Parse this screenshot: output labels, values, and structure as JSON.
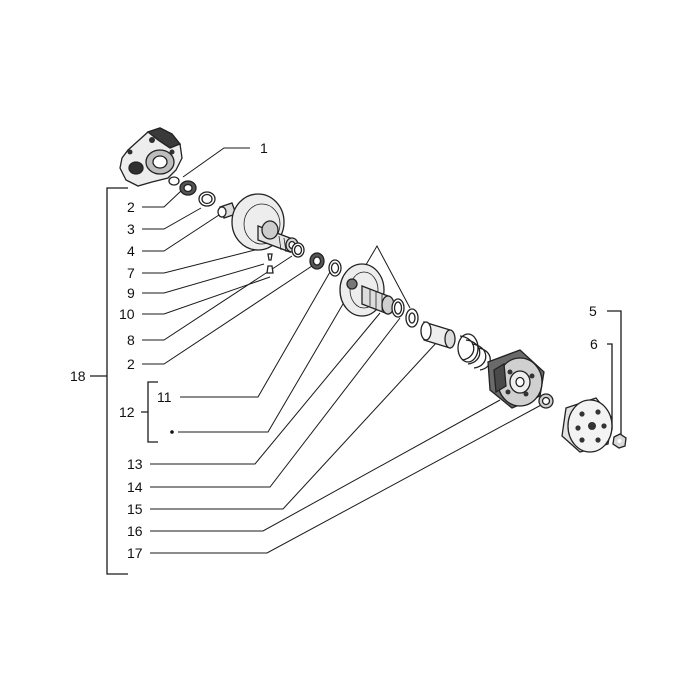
{
  "callouts": {
    "c1": "1",
    "c2a": "2",
    "c3": "3",
    "c4": "4",
    "c7": "7",
    "c9": "9",
    "c10": "10",
    "c8": "8",
    "c2b": "2",
    "c11": "11",
    "c12": "12",
    "c13": "13",
    "c14": "14",
    "c15": "15",
    "c16": "16",
    "c17": "17",
    "c18": "18",
    "c5": "5",
    "c6": "6"
  }
}
